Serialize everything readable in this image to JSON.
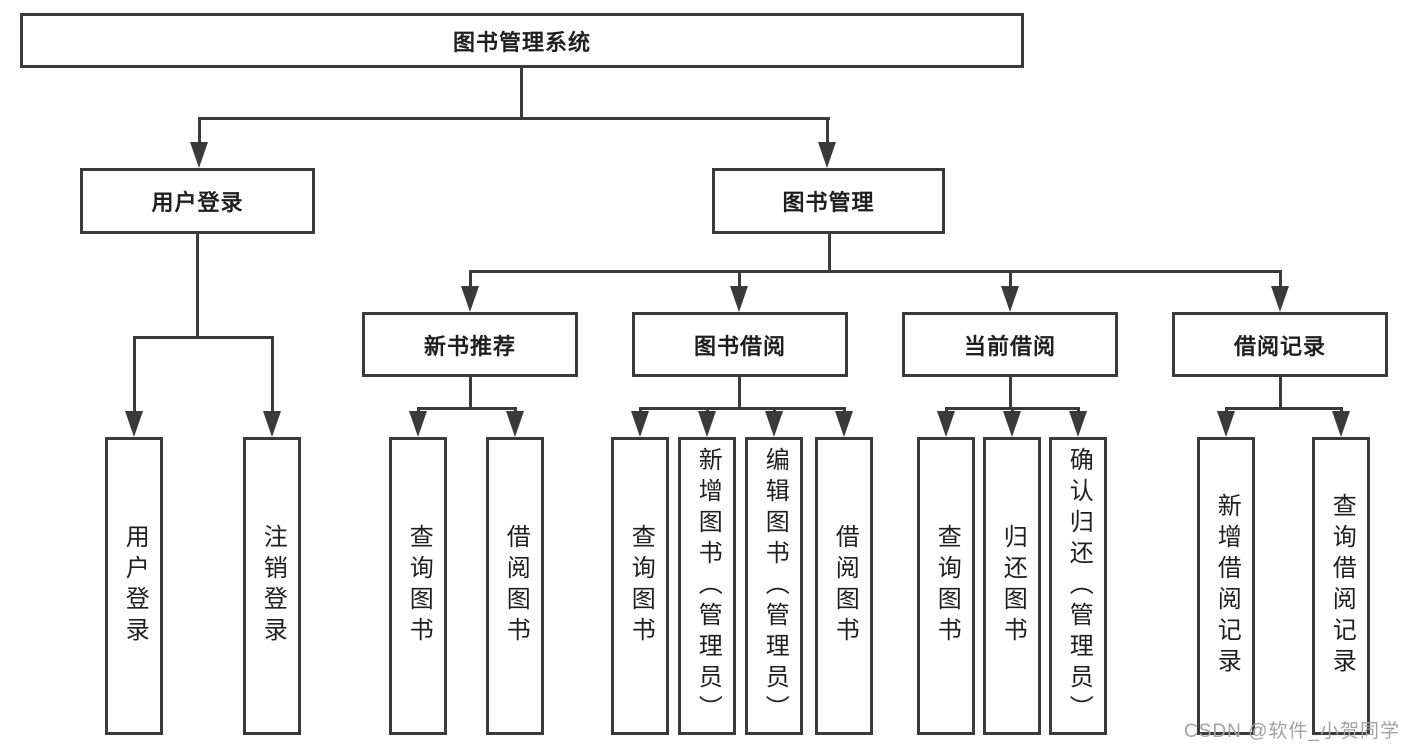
{
  "colors": {
    "line": "#3a3a3a",
    "text": "#1f1f1f",
    "watermark": "#a3a3a3",
    "background": "#ffffff"
  },
  "nodes": {
    "root": {
      "label": "图书管理系统"
    },
    "level2": [
      {
        "label": "用户登录"
      },
      {
        "label": "图书管理"
      }
    ],
    "level3": [
      {
        "label": "新书推荐"
      },
      {
        "label": "图书借阅"
      },
      {
        "label": "当前借阅"
      },
      {
        "label": "借阅记录"
      }
    ],
    "leaves": [
      {
        "label": "用户登录"
      },
      {
        "label": "注销登录"
      },
      {
        "label": "查询图书"
      },
      {
        "label": "借阅图书"
      },
      {
        "label": "查询图书"
      },
      {
        "label": "新增图书（管理员）"
      },
      {
        "label": "编辑图书（管理员）"
      },
      {
        "label": "借阅图书"
      },
      {
        "label": "查询图书"
      },
      {
        "label": "归还图书"
      },
      {
        "label": "确认归还（管理员）"
      },
      {
        "label": "新增借阅记录"
      },
      {
        "label": "查询借阅记录"
      }
    ]
  },
  "watermark": {
    "text": "CSDN @软件_小贺同学"
  }
}
